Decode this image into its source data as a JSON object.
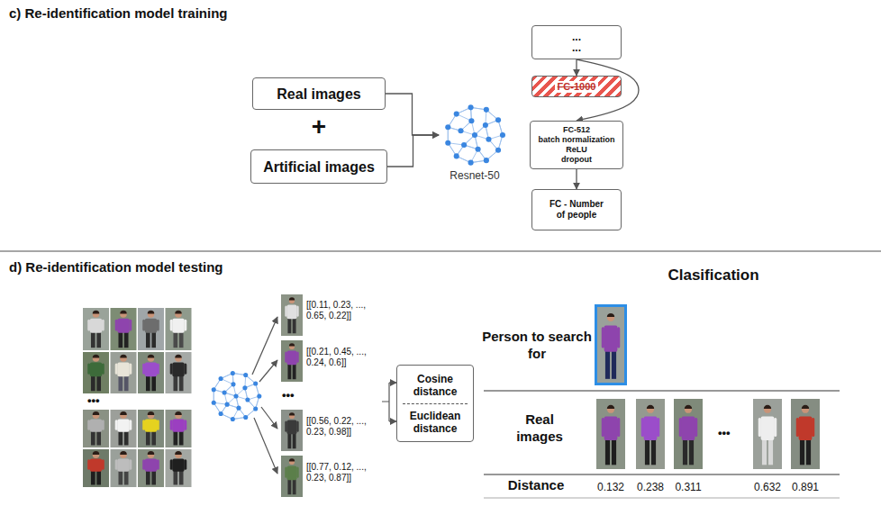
{
  "diagram": {
    "nodes": [
      {
        "text": [
          "Real images"
        ]
      },
      {
        "text": [
          "Artificial images"
        ]
      },
      {
        "text": [
          "Resnet-50"
        ]
      },
      {
        "text": [
          "...",
          "..."
        ]
      },
      {
        "text": [
          "FC-1000"
        ]
      },
      {
        "text": [
          "FC-512",
          "batch normalization",
          "ReLU",
          "dropout"
        ]
      },
      {
        "text": [
          "FC - Number of people"
        ]
      },
      {
        "text": [
          "Cosine distance",
          "Euclidean distance"
        ]
      }
    ],
    "edges": [
      {
        "from": 0,
        "to": 2,
        "arrow": "to"
      },
      {
        "from": 1,
        "to": 2,
        "arrow": "to"
      },
      {
        "from": 3,
        "to": 4,
        "arrow": "to"
      },
      {
        "from": 3,
        "to": 5,
        "arrow": "to"
      },
      {
        "from": 5,
        "to": 6,
        "arrow": "to"
      }
    ],
    "labels": [
      "c) Re-identification model training",
      "+",
      "d) Re-identification model testing",
      "•••",
      "[[0.11, 0.23, ..., 0.65, 0.22]]",
      "[[0.21, 0.45, ..., 0.24, 0.6]]",
      "•••",
      "[[0.56, 0.22, ..., 0.23, 0.98]]",
      "[[0.77, 0.12, ..., 0.23, 0.87]]",
      "Clasification",
      "Person to search for",
      "Real images",
      "•••",
      "Distance",
      "0.132",
      "0.238",
      "0.311",
      "0.632",
      "0.891"
    ]
  }
}
